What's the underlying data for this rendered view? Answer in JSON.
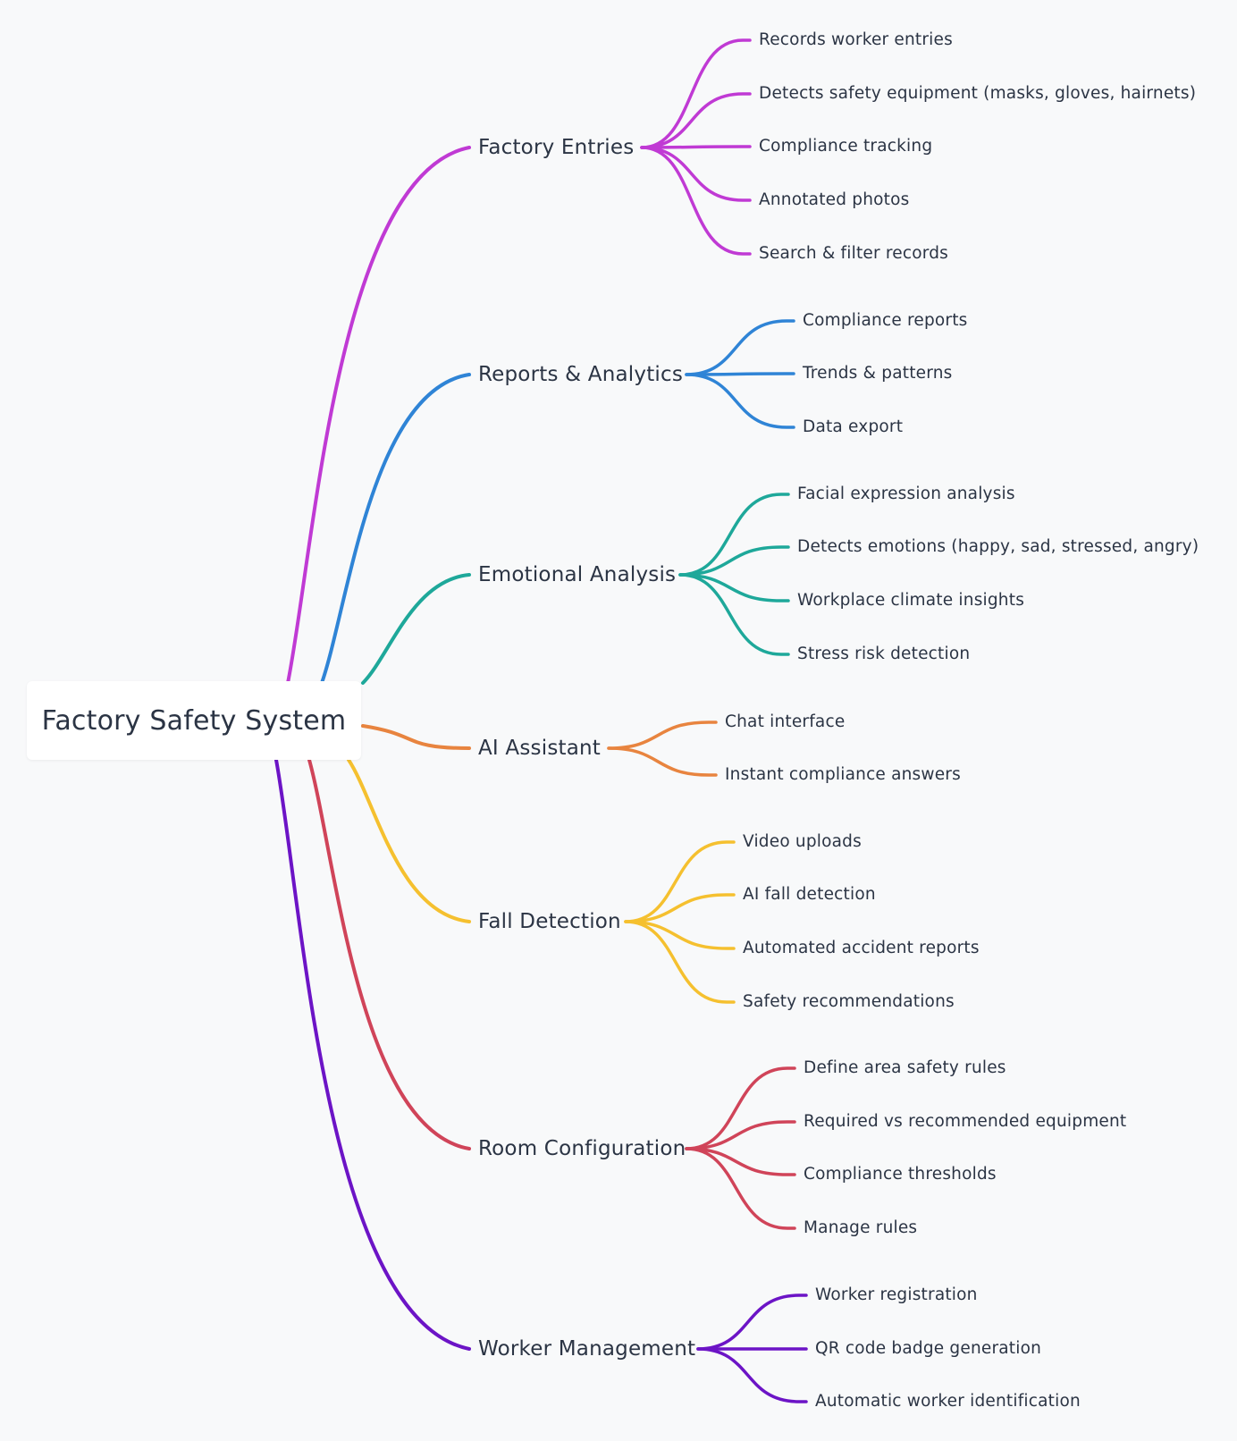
{
  "root": {
    "label": "Factory Safety System"
  },
  "branches": [
    {
      "label": "Factory Entries",
      "color": "#c03ad4",
      "leaves": [
        "Records worker entries",
        "Detects safety equipment (masks, gloves, hairnets)",
        "Compliance tracking",
        "Annotated photos",
        "Search & filter records"
      ]
    },
    {
      "label": "Reports & Analytics",
      "color": "#2f84d6",
      "leaves": [
        "Compliance reports",
        "Trends & patterns",
        "Data export"
      ]
    },
    {
      "label": "Emotional Analysis",
      "color": "#1ea89a",
      "leaves": [
        "Facial expression analysis",
        "Detects emotions (happy, sad, stressed, angry)",
        "Workplace climate insights",
        "Stress risk detection"
      ]
    },
    {
      "label": "AI Assistant",
      "color": "#e8843f",
      "leaves": [
        "Chat interface",
        "Instant compliance answers"
      ]
    },
    {
      "label": "Fall Detection",
      "color": "#f5c02f",
      "leaves": [
        "Video uploads",
        "AI fall detection",
        "Automated accident reports",
        "Safety recommendations"
      ]
    },
    {
      "label": "Room Configuration",
      "color": "#d04459",
      "leaves": [
        "Define area safety rules",
        "Required vs recommended equipment",
        "Compliance thresholds",
        "Manage rules"
      ]
    },
    {
      "label": "Worker Management",
      "color": "#6c14c6",
      "leaves": [
        "Worker registration",
        "QR code badge generation",
        "Automatic worker identification"
      ]
    }
  ]
}
